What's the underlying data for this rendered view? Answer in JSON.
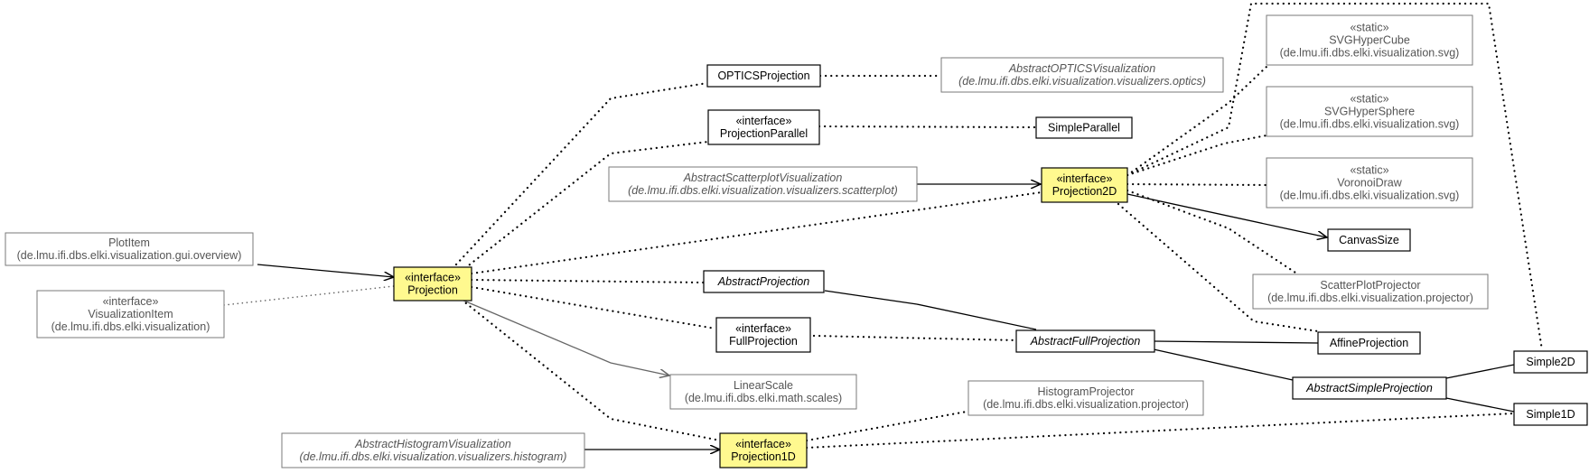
{
  "nodes": {
    "plotitem": {
      "lines": [
        "PlotItem",
        "(de.lmu.ifi.dbs.elki.visualization.gui.overview)"
      ]
    },
    "vizitem": {
      "lines": [
        "«interface»",
        "VisualizationItem",
        "(de.lmu.ifi.dbs.elki.visualization)"
      ]
    },
    "projection": {
      "lines": [
        "«interface»",
        "Projection"
      ]
    },
    "opticsproj": {
      "lines": [
        "OPTICSProjection"
      ]
    },
    "abstractoptics": {
      "lines": [
        "AbstractOPTICSVisualization",
        "(de.lmu.ifi.dbs.elki.visualization.visualizers.optics)"
      ]
    },
    "projparallel": {
      "lines": [
        "«interface»",
        "ProjectionParallel"
      ]
    },
    "simpleparallel": {
      "lines": [
        "SimpleParallel"
      ]
    },
    "abstractscatter": {
      "lines": [
        "AbstractScatterplotVisualization",
        "(de.lmu.ifi.dbs.elki.visualization.visualizers.scatterplot)"
      ]
    },
    "proj2d": {
      "lines": [
        "«interface»",
        "Projection2D"
      ]
    },
    "svghypercube": {
      "lines": [
        "«static»",
        "SVGHyperCube",
        "(de.lmu.ifi.dbs.elki.visualization.svg)"
      ]
    },
    "svghypersphere": {
      "lines": [
        "«static»",
        "SVGHyperSphere",
        "(de.lmu.ifi.dbs.elki.visualization.svg)"
      ]
    },
    "voronoidraw": {
      "lines": [
        "«static»",
        "VoronoiDraw",
        "(de.lmu.ifi.dbs.elki.visualization.svg)"
      ]
    },
    "canvassize": {
      "lines": [
        "CanvasSize"
      ]
    },
    "scatterprojector": {
      "lines": [
        "ScatterPlotProjector",
        "(de.lmu.ifi.dbs.elki.visualization.projector)"
      ]
    },
    "abstractprojection": {
      "lines": [
        "AbstractProjection"
      ]
    },
    "fullprojection": {
      "lines": [
        "«interface»",
        "FullProjection"
      ]
    },
    "abstractfullprojection": {
      "lines": [
        "AbstractFullProjection"
      ]
    },
    "affineprojection": {
      "lines": [
        "AffineProjection"
      ]
    },
    "linearscale": {
      "lines": [
        "LinearScale",
        "(de.lmu.ifi.dbs.elki.math.scales)"
      ]
    },
    "histogramprojector": {
      "lines": [
        "HistogramProjector",
        "(de.lmu.ifi.dbs.elki.visualization.projector)"
      ]
    },
    "abstractsimpleprojection": {
      "lines": [
        "AbstractSimpleProjection"
      ]
    },
    "simple2d": {
      "lines": [
        "Simple2D"
      ]
    },
    "simple1d": {
      "lines": [
        "Simple1D"
      ]
    },
    "abstracthistogram": {
      "lines": [
        "AbstractHistogramVisualization",
        "(de.lmu.ifi.dbs.elki.visualization.visualizers.histogram)"
      ]
    },
    "proj1d": {
      "lines": [
        "«interface»",
        "Projection1D"
      ]
    }
  }
}
